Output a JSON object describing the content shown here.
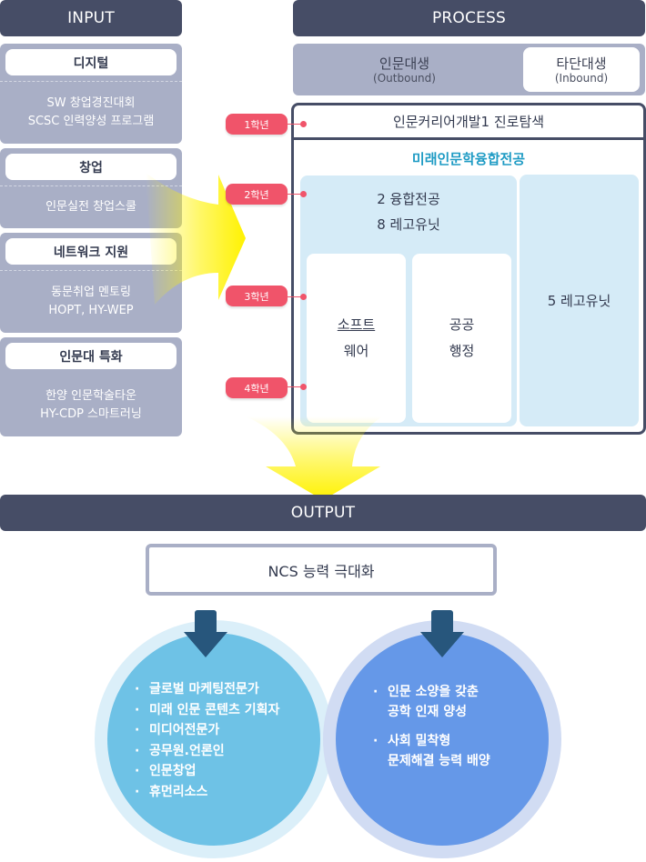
{
  "input": {
    "header": "INPUT",
    "cards": [
      {
        "title": "디지털",
        "lines": [
          "SW 창업경진대회",
          "SCSC 인력양성 프로그램"
        ]
      },
      {
        "title": "창업",
        "lines": [
          "인문실전 창업스쿨"
        ]
      },
      {
        "title": "네트워크 지원",
        "lines": [
          "동문취업 멘토링",
          "HOPT, HY-WEP"
        ]
      },
      {
        "title": "인문대 특화",
        "lines": [
          "한양 인문학술타운",
          "HY-CDP 스마트러닝"
        ]
      }
    ]
  },
  "process": {
    "header": "PROCESS",
    "outbound": {
      "label": "인문대생",
      "sub": "(Outbound)"
    },
    "inbound": {
      "label": "타단대생",
      "sub": "(Inbound)"
    },
    "year1_course": "인문커리어개발1 진로탐색",
    "major_title": "미래인문학융합전공",
    "combined": {
      "line1": "2 융합전공",
      "line2": "8 레고유닛"
    },
    "software": {
      "line1": "소프트",
      "line2": "웨어"
    },
    "public_admin": {
      "line1": "공공",
      "line2": "행정"
    },
    "lego_units_right": "5 레고유닛",
    "years": [
      "1학년",
      "2학년",
      "3학년",
      "4학년"
    ]
  },
  "output": {
    "header": "OUTPUT",
    "ncs": "NCS 능력 극대화",
    "left_circle": {
      "items": [
        "글로벌 마케팅전문가",
        "미래 인문 콘텐츠 기획자",
        "미디어전문가",
        "공무원.언론인",
        "인문창업",
        "휴먼리소스"
      ]
    },
    "right_circle": {
      "items": [
        {
          "line1": "인문 소양을 갖춘",
          "line2": "공학 인재 양성"
        },
        {
          "line1": "사회 밀착형",
          "line2": "문제해결 능력 배양"
        }
      ]
    }
  },
  "colors": {
    "header": "#464d66",
    "card": "#a9afc6",
    "year_tag": "#f0546a",
    "major_title": "#1e9bc4",
    "light_blue": "#d5ebf7",
    "circle_left": "#6ec2e6",
    "circle_left_ring": "#dbeff9",
    "circle_right": "#6598e8",
    "circle_right_ring": "#d1dcf3",
    "down_arrow": "#27567c",
    "yellow": "#fff200"
  }
}
